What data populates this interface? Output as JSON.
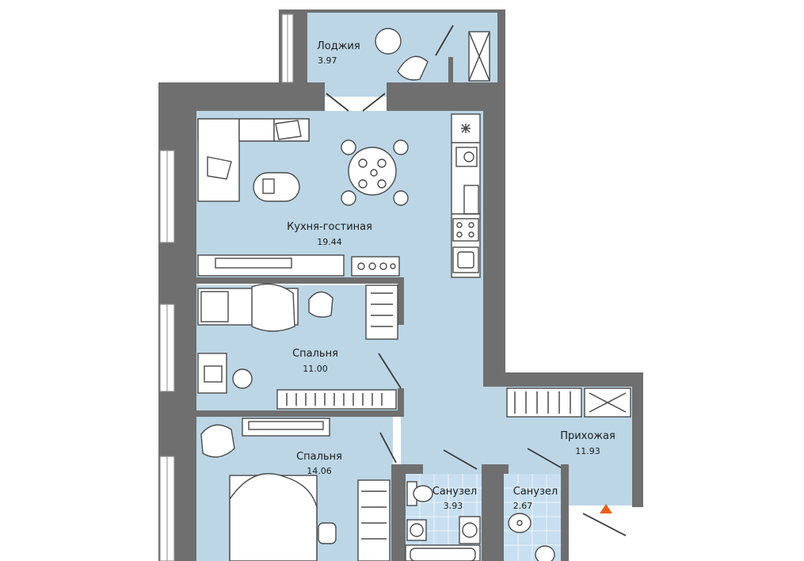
{
  "rooms": [
    {
      "id": "loggia",
      "name": "Лоджия",
      "area": "3.97"
    },
    {
      "id": "kitchen-living",
      "name": "Кухня-гостиная",
      "area": "19.44"
    },
    {
      "id": "bedroom-1",
      "name": "Спальня",
      "area": "11.00"
    },
    {
      "id": "bedroom-2",
      "name": "Спальня",
      "area": "14.06"
    },
    {
      "id": "hallway",
      "name": "Прихожая",
      "area": "11.93"
    },
    {
      "id": "bathroom-1",
      "name": "Санузел",
      "area": "3.93"
    },
    {
      "id": "bathroom-2",
      "name": "Санузел",
      "area": "2.67"
    }
  ],
  "colors": {
    "room_fill": "#bcd6e6",
    "wall": "#6f6f6f",
    "entrance_marker": "#e8601c"
  },
  "icons": [
    "entrance-arrow-icon",
    "sofa-icon",
    "dining-table-icon",
    "bed-icon",
    "wardrobe-icon",
    "toilet-icon",
    "bathtub-icon",
    "sink-icon",
    "stove-icon"
  ]
}
